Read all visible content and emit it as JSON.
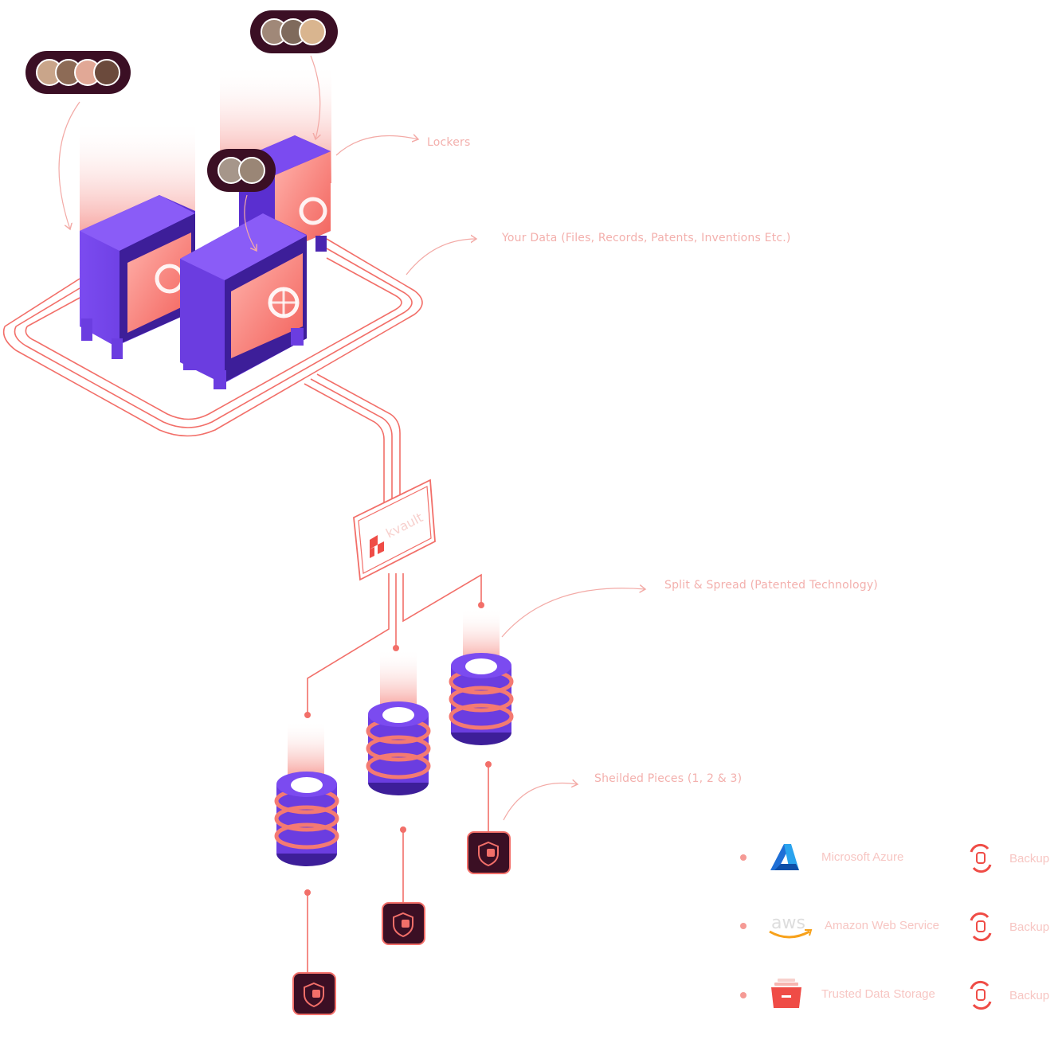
{
  "colors": {
    "accent": "#f2706b",
    "vault_purple": "#6b3de0",
    "vault_dark": "#3a1f8f",
    "badge_bg": "#3b0f24",
    "annotation": "#f3b0ad"
  },
  "annotations": {
    "lockers": "Lockers",
    "your_data": "Your Data (Files, Records, Patents, Inventions Etc.)",
    "split_spread": "Split & Spread (Patented Technology)",
    "shielded_pieces": "Sheilded Pieces (1, 2 & 3)"
  },
  "gateway": {
    "brand": "kvault",
    "logo_icon": "kvault-logo-icon"
  },
  "user_groups": [
    {
      "name": "group-a",
      "avatars": 4
    },
    {
      "name": "group-b",
      "avatars": 3
    },
    {
      "name": "group-c",
      "avatars": 2
    }
  ],
  "providers": [
    {
      "label": "Microsoft Azure",
      "icon": "azure-icon",
      "backup": "Backup"
    },
    {
      "label": "Amazon Web Service",
      "icon": "aws-icon",
      "backup": "Backup"
    },
    {
      "label": "Trusted Data Storage",
      "icon": "storage-icon",
      "backup": "Backup"
    }
  ],
  "aws_wordmark": "aws"
}
